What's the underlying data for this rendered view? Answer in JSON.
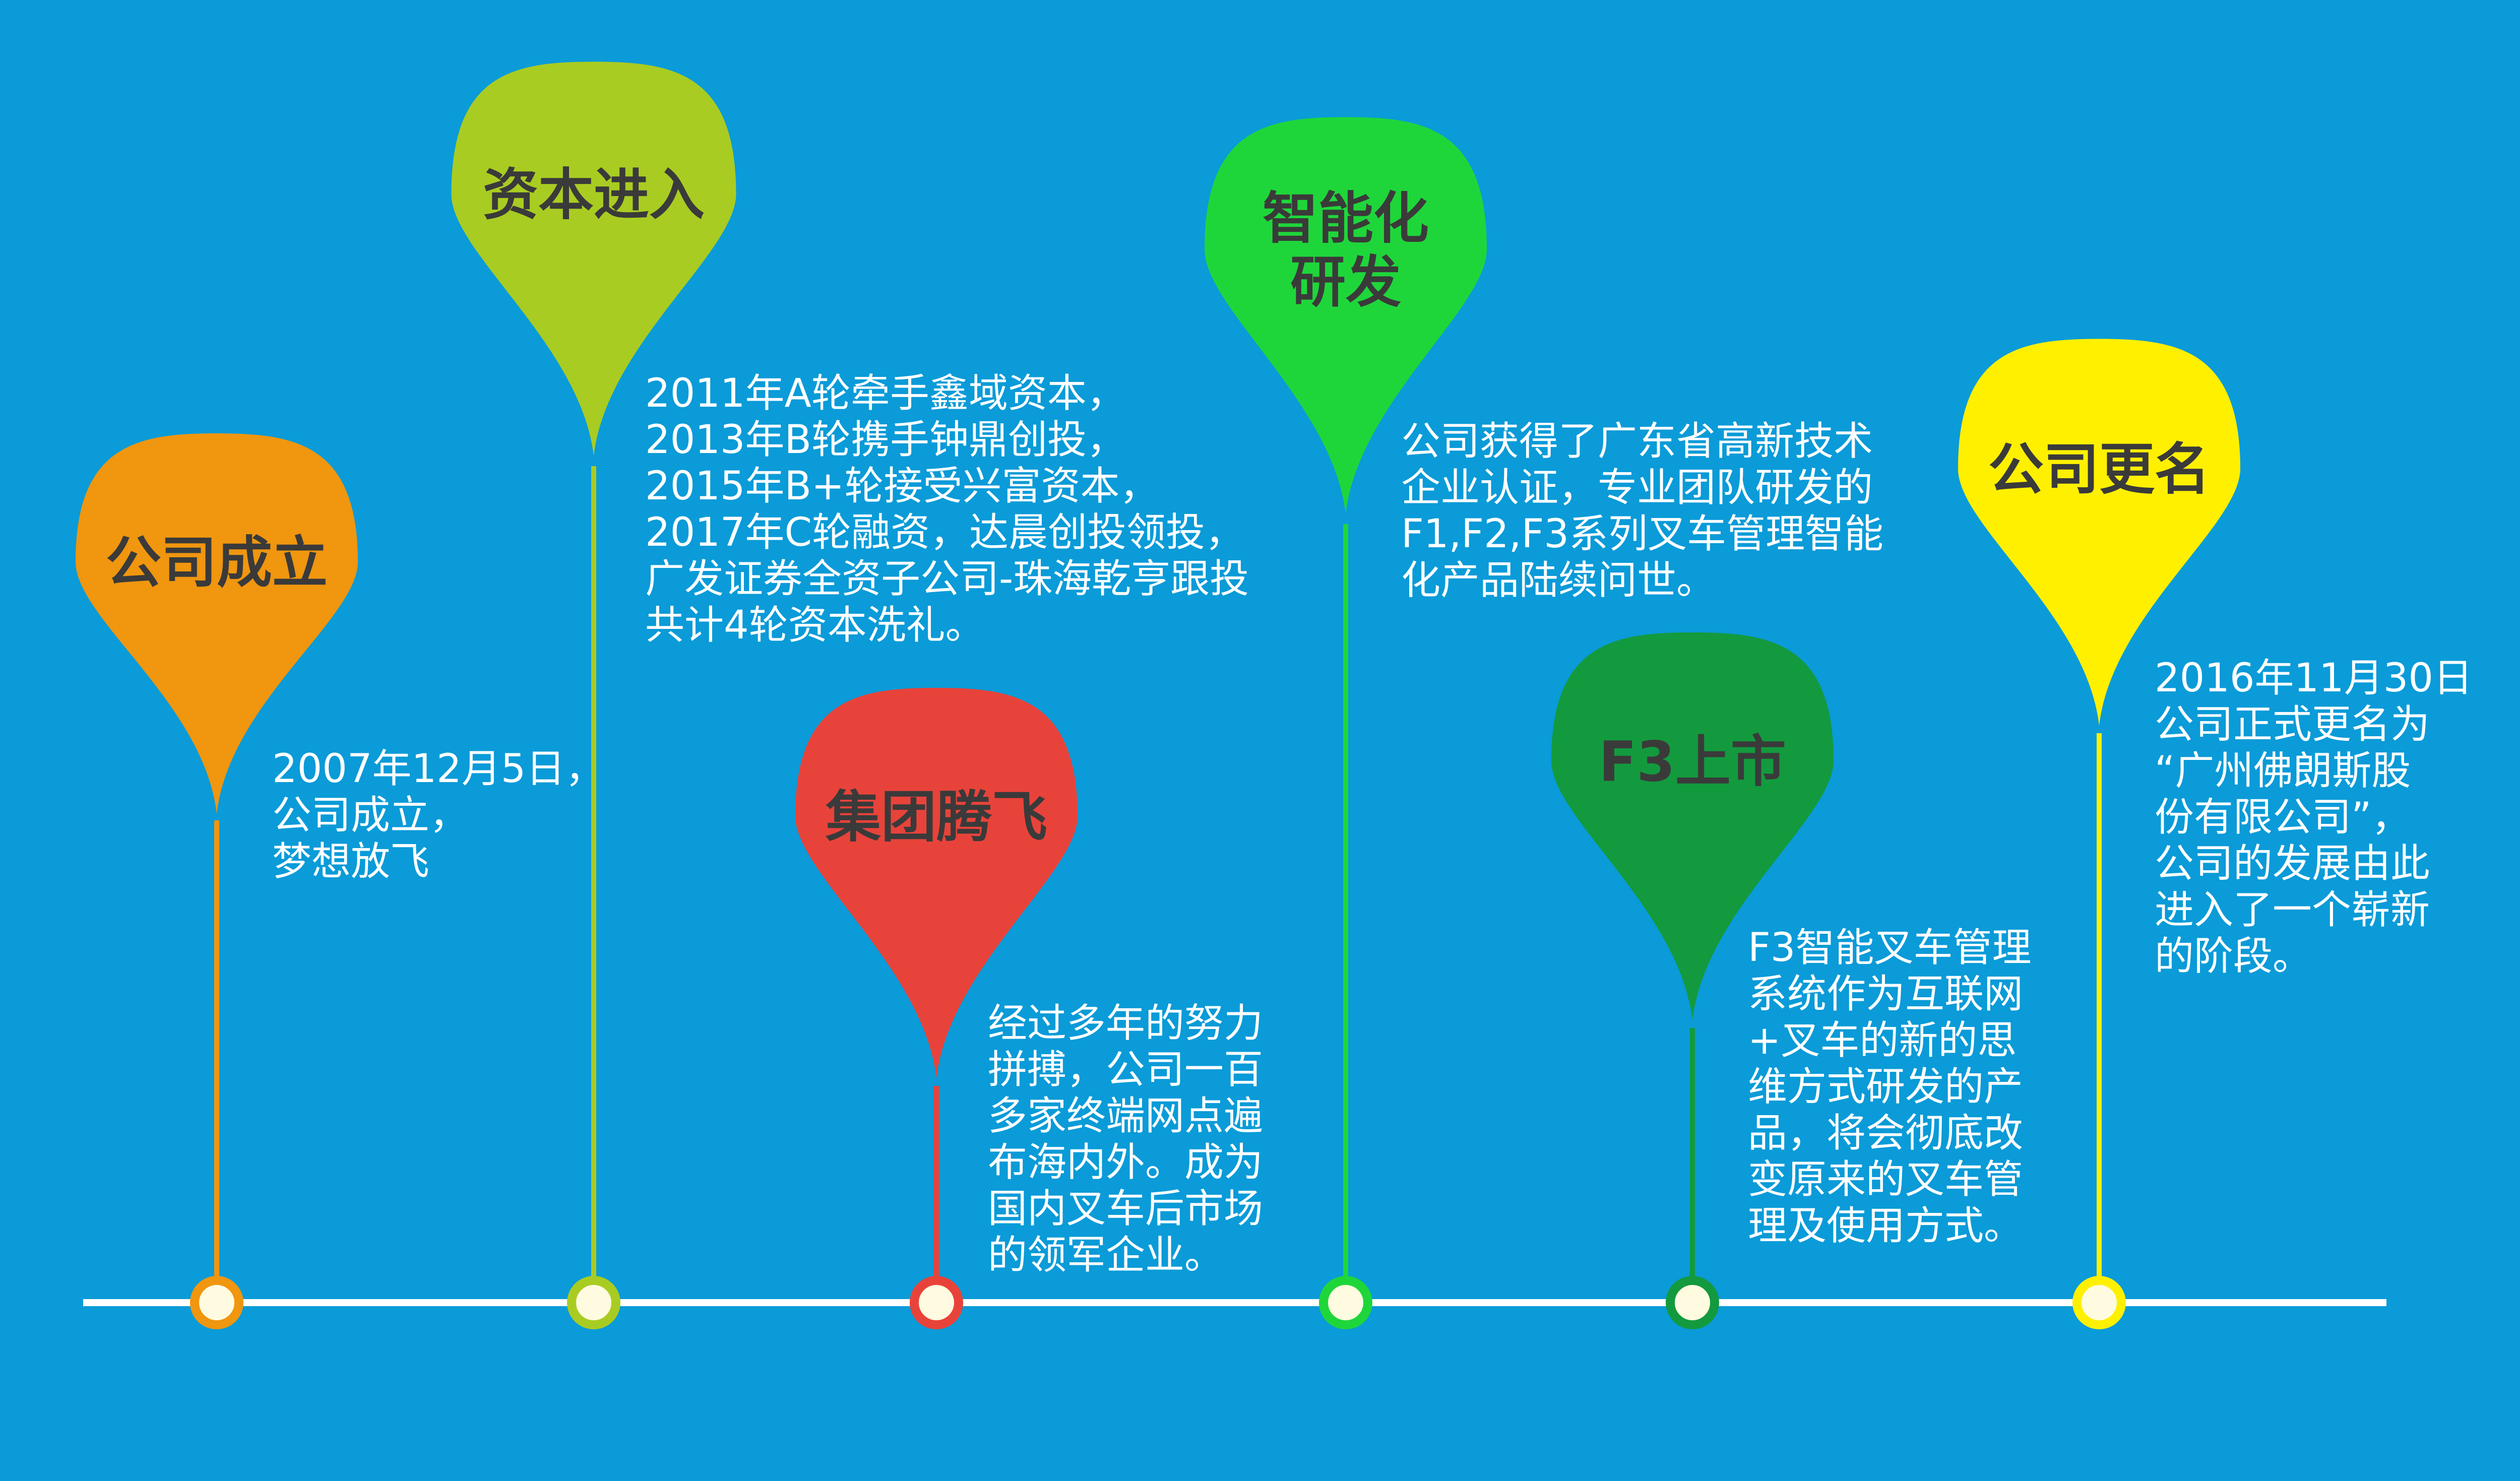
{
  "colors": {
    "background": "#0a9bd8",
    "timeline": "#ffffff",
    "dot_fill": "#fffbe0"
  },
  "milestones": [
    {
      "title_lines": [
        "公司成立"
      ],
      "desc_lines": [
        "2007年12月5日，",
        "公司成立，",
        "梦想放飞"
      ],
      "color": "#f0960f"
    },
    {
      "title_lines": [
        "资本进入"
      ],
      "desc_lines": [
        "2011年A轮牵手鑫域资本，",
        "2013年B轮携手钟鼎创投，",
        "2015年B+轮接受兴富资本，",
        "2017年C轮融资，达晨创投领投，",
        "广发证券全资子公司-珠海乾亨跟投",
        "共计4轮资本洗礼。"
      ],
      "color": "#a9cc22"
    },
    {
      "title_lines": [
        "集团腾飞"
      ],
      "desc_lines": [
        "经过多年的努力",
        "拼搏，公司一百",
        "多家终端网点遍",
        "布海内外。成为",
        "国内叉车后市场",
        "的领军企业。"
      ],
      "color": "#e8433a"
    },
    {
      "title_lines": [
        "智能化",
        "研发"
      ],
      "desc_lines": [
        "公司获得了广东省高新技术",
        "企业认证，专业团队研发的",
        "F1,F2,F3系列叉车管理智能",
        "化产品陆续问世。"
      ],
      "color": "#1fd63a"
    },
    {
      "title_lines": [
        "F3上市"
      ],
      "desc_lines": [
        "F3智能叉车管理",
        "系统作为互联网",
        "+叉车的新的思",
        "维方式研发的产",
        "品，将会彻底改",
        "变原来的叉车管",
        "理及使用方式。"
      ],
      "color": "#139a3e"
    },
    {
      "title_lines": [
        "公司更名"
      ],
      "desc_lines": [
        "2016年11月30日",
        "公司正式更名为",
        "“广州佛朗斯股",
        "份有限公司”，",
        "公司的发展由此",
        "进入了一个崭新",
        "的阶段。"
      ],
      "color": "#fff000"
    }
  ]
}
